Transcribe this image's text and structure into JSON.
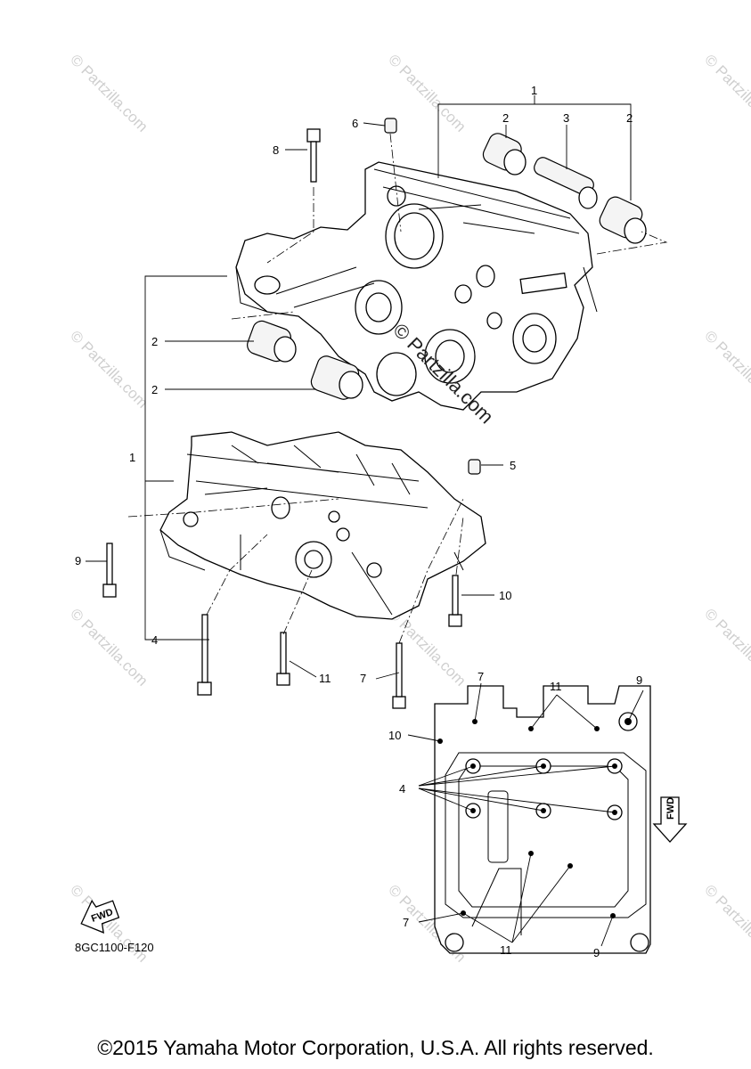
{
  "watermark": {
    "text": "© Partzilla.com",
    "center_text": "© Partzilla.com"
  },
  "callouts": {
    "n1a": "1",
    "n1b": "1",
    "n2a": "2",
    "n2b": "2",
    "n2c": "2",
    "n2d": "2",
    "n3": "3",
    "n4a": "4",
    "n4b": "4",
    "n5": "5",
    "n6": "6",
    "n7a": "7",
    "n7b": "7",
    "n7c": "7",
    "n8": "8",
    "n9a": "9",
    "n9b": "9",
    "n9c": "9",
    "n10a": "10",
    "n10b": "10",
    "n11a": "11",
    "n11b": "11",
    "n11c": "11"
  },
  "fwd_label": "FWD",
  "fwd_label_bottom": "FWD",
  "part_code": "8GC1100-F120",
  "copyright": "©2015 Yamaha Motor Corporation, U.S.A. All rights reserved."
}
